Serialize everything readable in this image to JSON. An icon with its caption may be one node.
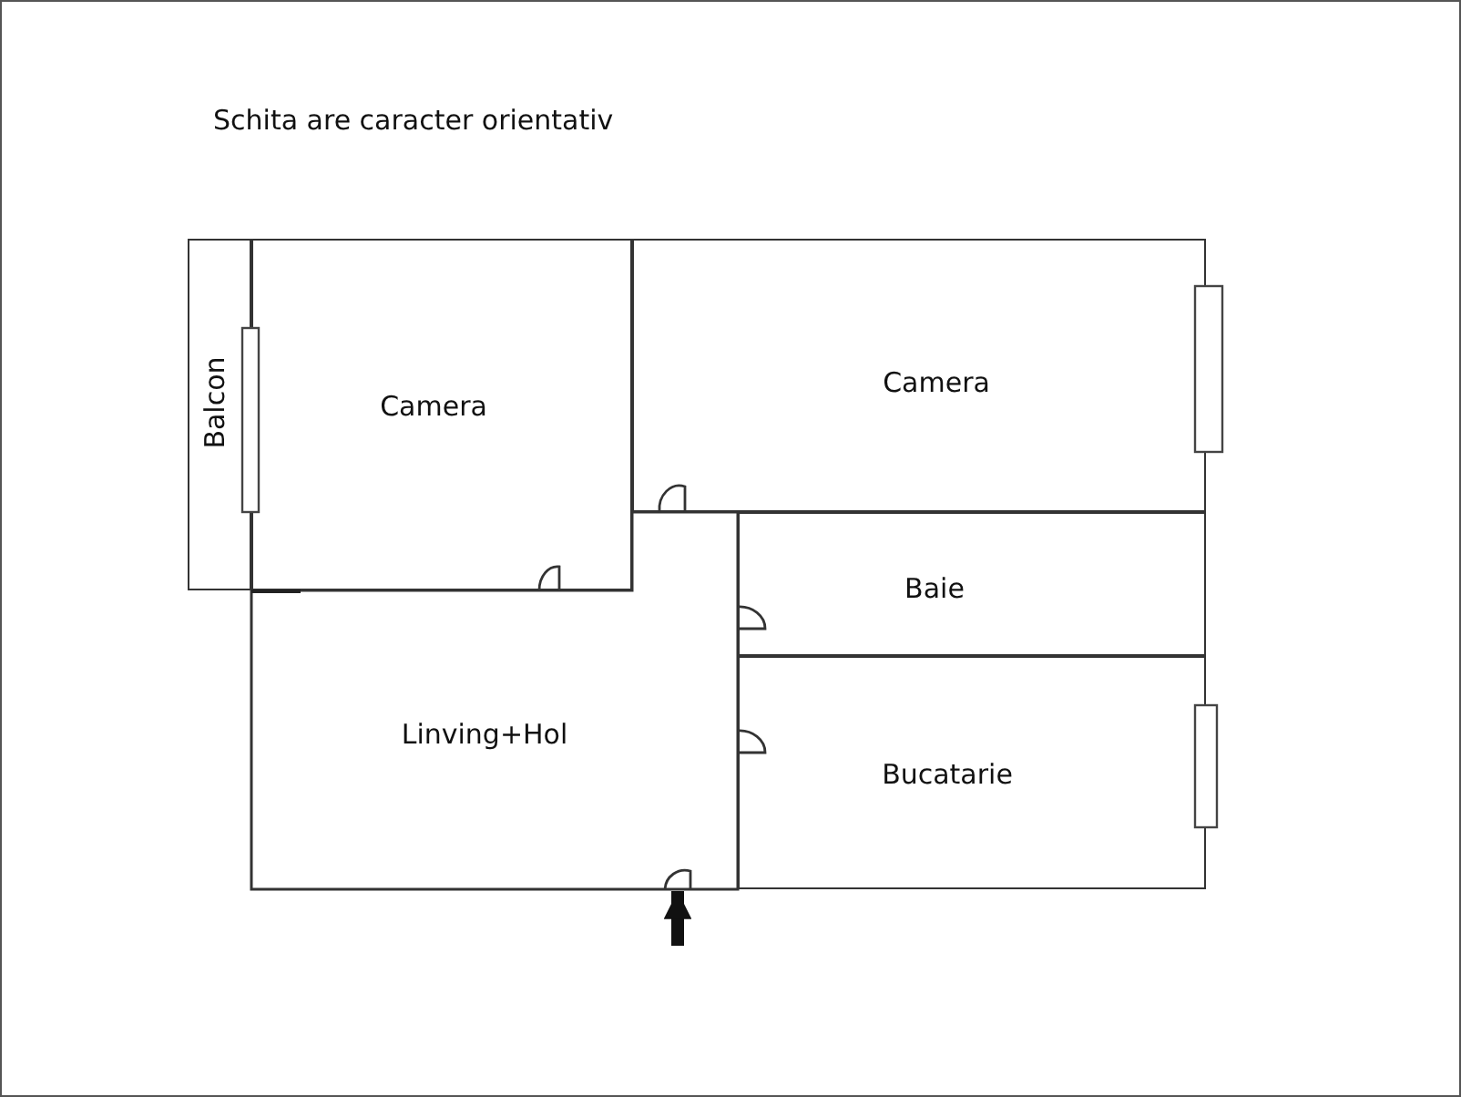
{
  "diagram": {
    "title": "Schita are caracter orientativ",
    "nodes": [
      {
        "text": [
          "Balcon"
        ]
      },
      {
        "text": [
          "Camera"
        ]
      },
      {
        "text": [
          "Camera"
        ]
      },
      {
        "text": [
          "Baie"
        ]
      },
      {
        "text": [
          "Bucatarie"
        ]
      },
      {
        "text": [
          "Linving+Hol"
        ]
      }
    ],
    "edges": [
      {
        "from": null,
        "to": 5,
        "arrow": "to"
      }
    ]
  }
}
